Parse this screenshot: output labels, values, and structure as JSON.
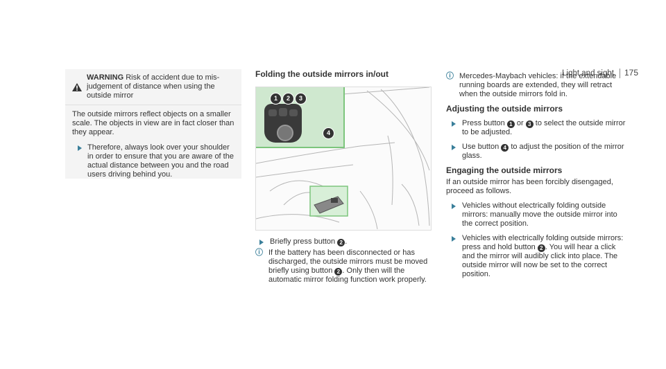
{
  "header": {
    "section": "Light and sight",
    "page": "175"
  },
  "warning": {
    "label": "WARNING",
    "title": "Risk of accident due to mis-judgement of distance when using the outside mirror",
    "body": "The outside mirrors reflect objects on a smaller scale. The objects in view are in fact closer than they appear.",
    "step": "Therefore, always look over your shoulder in order to ensure that you are aware of the actual distance between you and the road users driving behind you."
  },
  "folding": {
    "heading": "Folding the outside mirrors in/out",
    "callouts": [
      "1",
      "2",
      "3",
      "4"
    ],
    "step_pre": "Briefly press button",
    "step_btn": "2",
    "note_pre": "If the battery has been disconnected or has discharged, the outside mirrors must be moved briefly using button",
    "note_btn": "2",
    "note_post": ". Only then will the automatic mirror folding function work properly."
  },
  "right": {
    "maybach_note": "Mercedes-Maybach vehicles: if the extendable running boards are extended, they will retract when the outside mirrors fold in.",
    "adjust_heading": "Adjusting the outside mirrors",
    "adjust_step1_a": "Press button",
    "adjust_step1_b1": "1",
    "adjust_step1_or": "or",
    "adjust_step1_b2": "3",
    "adjust_step1_c": "to select the outside mirror to be adjusted.",
    "adjust_step2_a": "Use button",
    "adjust_step2_b": "4",
    "adjust_step2_c": "to adjust the position of the mirror glass.",
    "engage_heading": "Engaging the outside mirrors",
    "engage_intro": "If an outside mirror has been forcibly disengaged, proceed as follows.",
    "engage_step1": "Vehicles without electrically folding outside mirrors: manually move the outside mirror into the correct position.",
    "engage_step2_a": "Vehicles with electrically folding outside mirrors: press and hold button",
    "engage_step2_b": "2",
    "engage_step2_c": ". You will hear a click and the mirror will audibly click into place. The outside mirror will now be set to the correct position."
  }
}
